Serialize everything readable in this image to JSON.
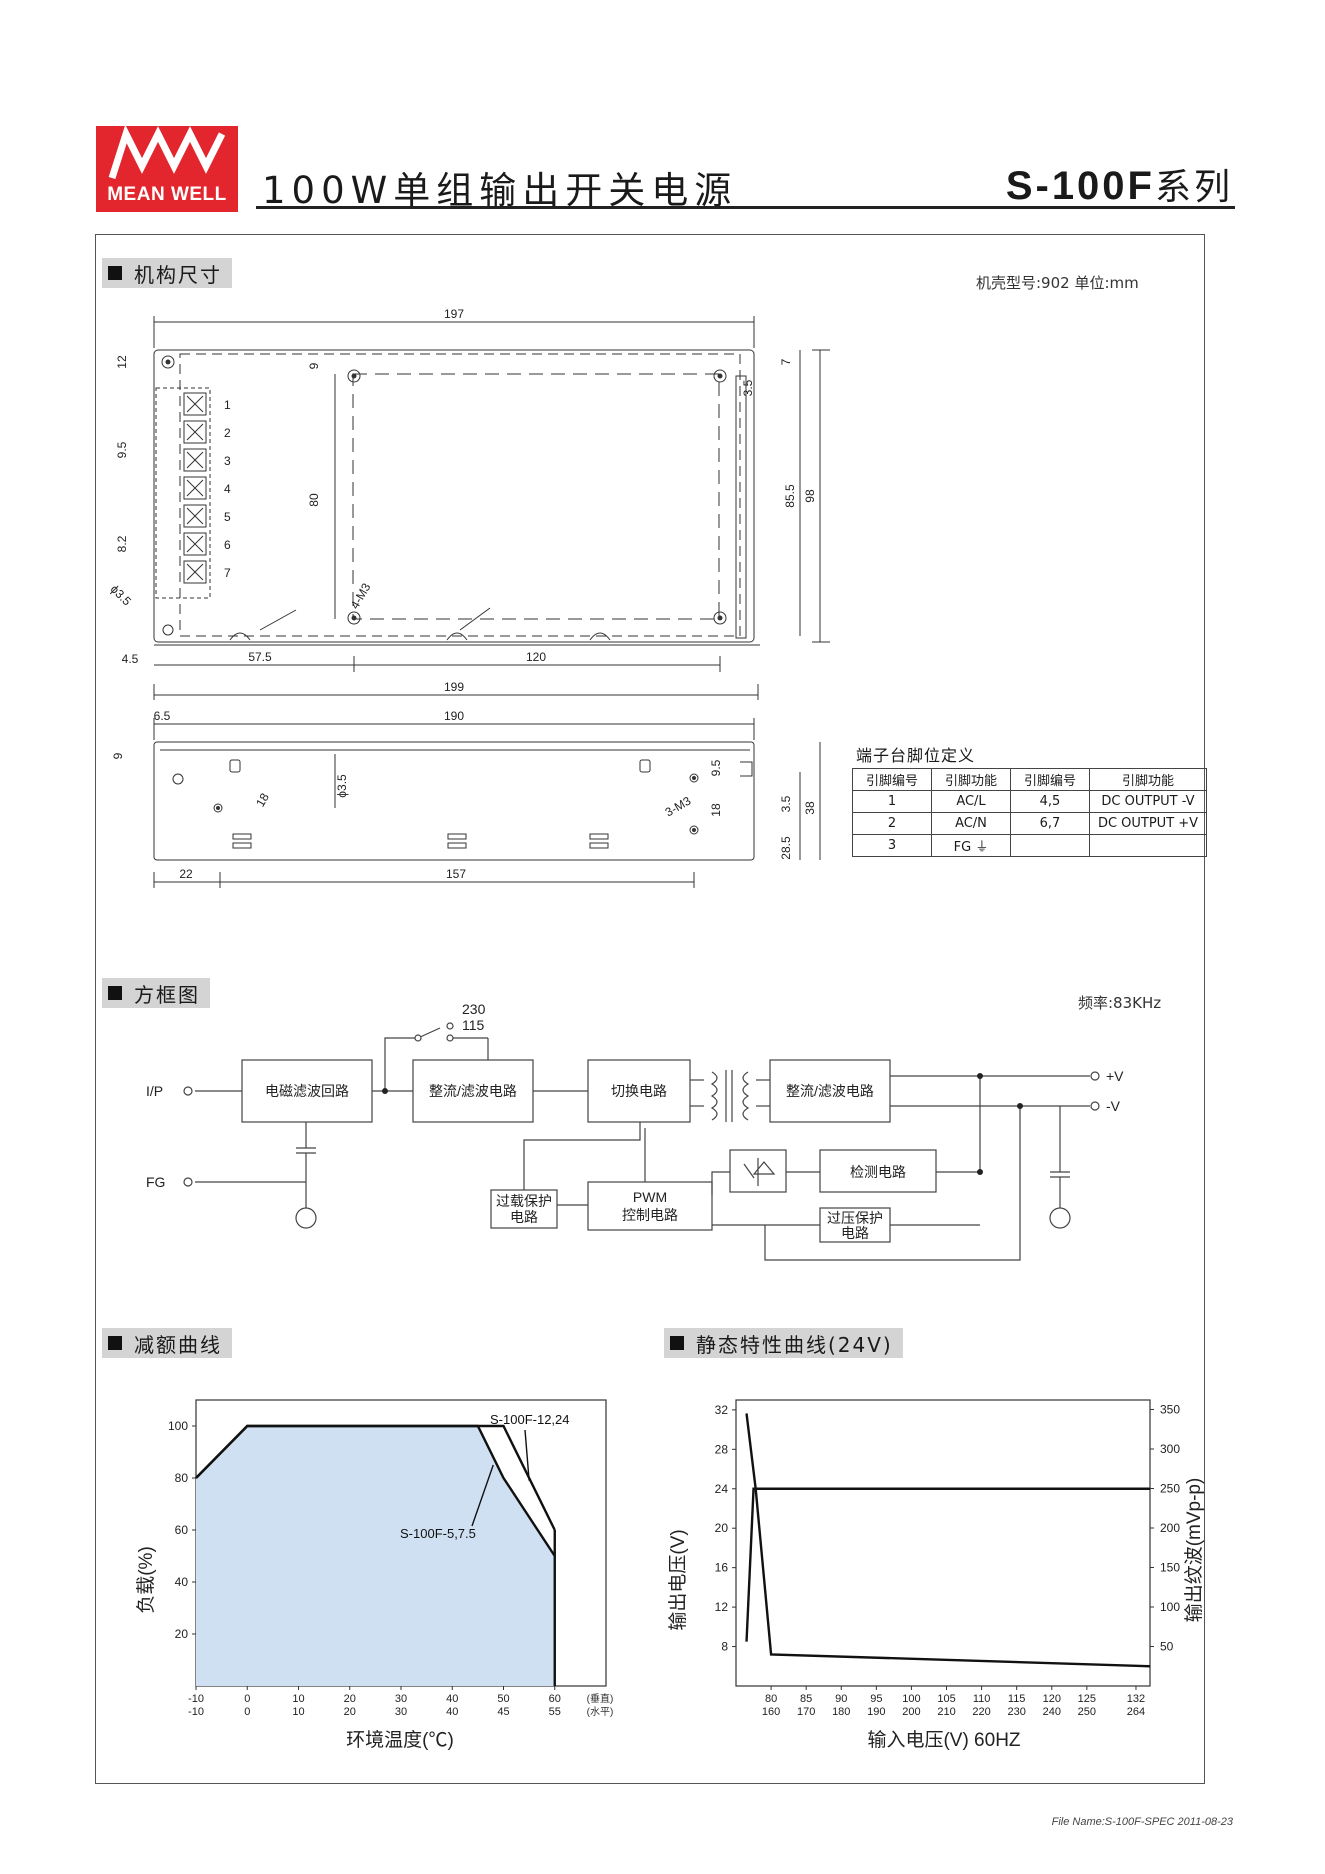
{
  "header": {
    "brand": "MEAN WELL",
    "title": "100W单组输出开关电源",
    "series_code": "S-100F",
    "series_suffix": "系列"
  },
  "sections": {
    "mechanical": "机构尺寸",
    "block": "方框图",
    "derating": "减额曲线",
    "static": "静态特性曲线(24V)"
  },
  "mech": {
    "note": "机壳型号:902   单位:mm",
    "top_view": {
      "dims": [
        "197",
        "12",
        "9",
        "7",
        "3.5",
        "9.5",
        "80",
        "85.5",
        "98",
        "8.2",
        "ϕ3.5",
        "4-M3",
        "4.5",
        "57.5",
        "120",
        "199"
      ],
      "pins": [
        "1",
        "2",
        "3",
        "4",
        "5",
        "6",
        "7"
      ]
    },
    "side_view": {
      "dims": [
        "6.5",
        "190",
        "9",
        "18",
        "ϕ3.5",
        "3-M3",
        "9.5",
        "18",
        "3.5",
        "28.5",
        "38",
        "22",
        "157"
      ]
    }
  },
  "pin_table": {
    "caption": "端子台脚位定义",
    "headers": [
      "引脚编号",
      "引脚功能",
      "引脚编号",
      "引脚功能"
    ],
    "rows": [
      [
        "1",
        "AC/L",
        "4,5",
        "DC OUTPUT -V"
      ],
      [
        "2",
        "AC/N",
        "6,7",
        "DC OUTPUT +V"
      ],
      [
        "3",
        "FG ⏚",
        "",
        ""
      ]
    ]
  },
  "block_diagram": {
    "freq": "频率:83KHz",
    "ip": "I/P",
    "fg": "FG",
    "sw_230": "230",
    "sw_115": "115",
    "emi": "电磁滤波回路",
    "rect1": "整流/滤波电路",
    "switch": "切换电路",
    "rect2": "整流/滤波电路",
    "plus_v": "+V",
    "minus_v": "-V",
    "olp1": "过载保护",
    "olp2": "电路",
    "pwm1": "PWM",
    "pwm2": "控制电路",
    "detect": "检测电路",
    "ovp1": "过压保护",
    "ovp2": "电路"
  },
  "chart_data": [
    {
      "type": "area",
      "xlabel": "环境温度(℃)",
      "ylabel": "负载(%)",
      "x_ticks_vertical": [
        "-10",
        "0",
        "10",
        "20",
        "30",
        "40",
        "50",
        "60"
      ],
      "x_ticks_horizontal": [
        "-10",
        "0",
        "10",
        "20",
        "30",
        "40",
        "45",
        "55"
      ],
      "x_note_vertical": "(垂直)",
      "x_note_horizontal": "(水平)",
      "y_ticks": [
        "20",
        "40",
        "60",
        "80",
        "100"
      ],
      "xlim": [
        -10,
        70
      ],
      "ylim": [
        0,
        110
      ],
      "series": [
        {
          "name": "S-100F-5,7.5",
          "x": [
            -10,
            0,
            45,
            50,
            60
          ],
          "y": [
            80,
            100,
            100,
            80,
            50
          ]
        },
        {
          "name": "S-100F-12,24",
          "x": [
            -10,
            0,
            50,
            60
          ],
          "y": [
            80,
            100,
            100,
            60
          ]
        }
      ]
    },
    {
      "type": "line",
      "xlabel": "输入电压(V) 60HZ",
      "ylabel_left": "输出电压(V)",
      "ylabel_right": "输出纹波(mVp-p)",
      "x_ticks_top": [
        "80",
        "85",
        "90",
        "95",
        "100",
        "105",
        "110",
        "115",
        "120",
        "125",
        "132"
      ],
      "x_ticks_bottom": [
        "160",
        "170",
        "180",
        "190",
        "200",
        "210",
        "220",
        "230",
        "240",
        "250",
        "264"
      ],
      "y_left_ticks": [
        "8",
        "12",
        "16",
        "20",
        "24",
        "28",
        "32"
      ],
      "y_right_ticks": [
        "50",
        "100",
        "150",
        "200",
        "250",
        "300",
        "350"
      ],
      "xlim": [
        75,
        134
      ],
      "ylim_left": [
        4,
        33
      ],
      "ylim_right": [
        0,
        362
      ],
      "series": [
        {
          "axis": "left",
          "x": [
            76.5,
            77.5,
            134
          ],
          "y": [
            8.5,
            24,
            24
          ]
        },
        {
          "axis": "right",
          "x": [
            76.5,
            77.8,
            80,
            134
          ],
          "y": [
            345,
            250,
            40,
            25
          ]
        }
      ]
    }
  ],
  "footer": "File Name:S-100F-SPEC   2011-08-23"
}
